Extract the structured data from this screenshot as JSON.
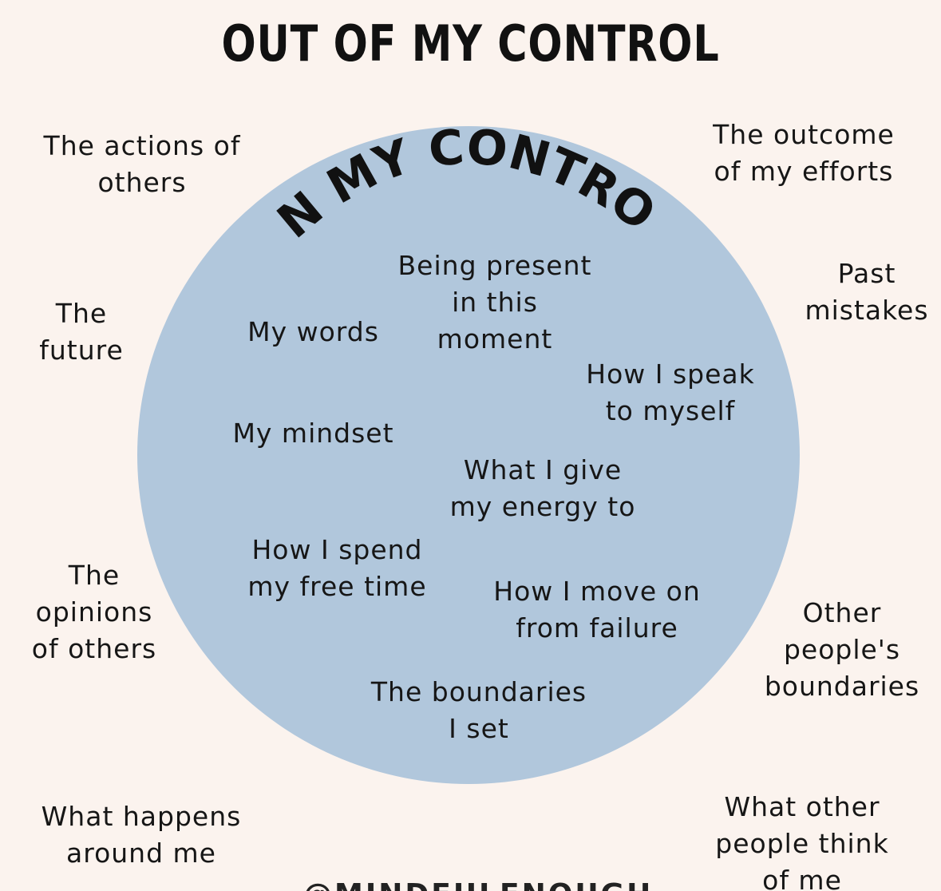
{
  "title": "OUT OF MY CONTROL",
  "circle_title": "IN MY CONTROL",
  "colors": {
    "background": "#fbf3ee",
    "circle": "#b1c7dc",
    "text": "#161616"
  },
  "out_of_control": {
    "actions_of_others": "The actions of\nothers",
    "outcome_of_efforts": "The outcome\nof my efforts",
    "the_future": "The\nfuture",
    "past_mistakes": "Past\nmistakes",
    "opinions_of_others": "The\nopinions\nof others",
    "other_peoples_boundaries": "Other\npeople's\nboundaries",
    "what_happens_around_me": "What happens\naround me",
    "what_other_people_think": "What other\npeople think\nof me"
  },
  "in_control": {
    "being_present": "Being present\nin this\nmoment",
    "my_words": "My words",
    "how_i_speak": "How I speak\nto myself",
    "my_mindset": "My mindset",
    "what_i_give_energy": "What I give\nmy energy to",
    "how_i_spend_time": "How I spend\nmy free time",
    "how_i_move_on": "How I move on\nfrom failure",
    "boundaries_i_set": "The boundaries\nI set"
  },
  "footer": "@MINDFULENOUGH"
}
